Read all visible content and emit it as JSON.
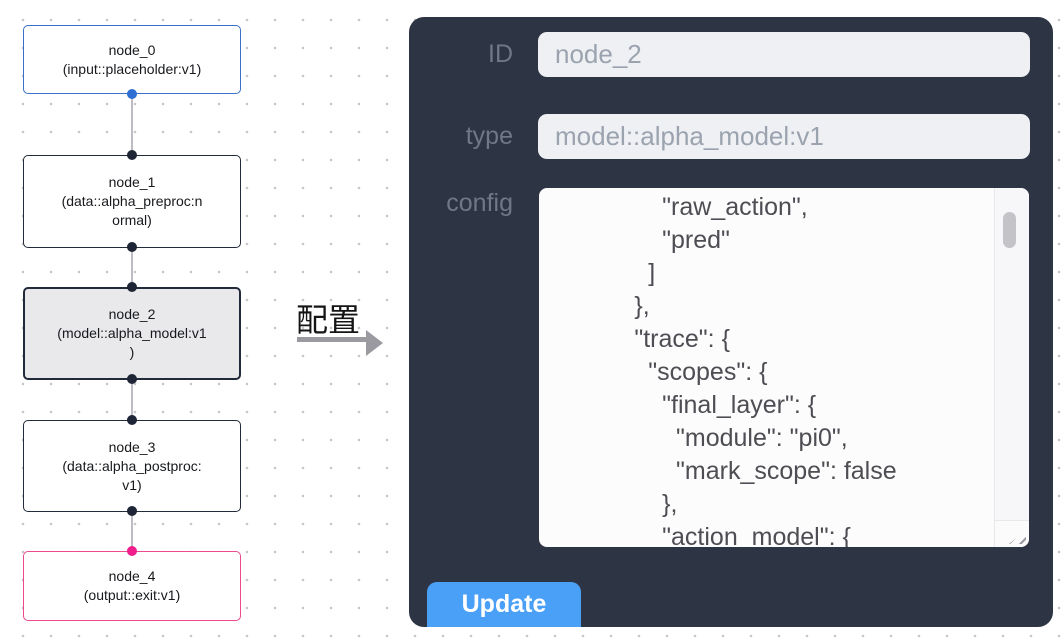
{
  "graph": {
    "nodes": [
      {
        "id": "node_0",
        "lines": [
          "node_0",
          "(input::placeholder:v1)"
        ],
        "state": "input"
      },
      {
        "id": "node_1",
        "lines": [
          "node_1",
          "(data::alpha_preproc:n",
          "ormal)"
        ],
        "state": "default"
      },
      {
        "id": "node_2",
        "lines": [
          "node_2",
          "(model::alpha_model:v1",
          ")"
        ],
        "state": "selected"
      },
      {
        "id": "node_3",
        "lines": [
          "node_3",
          "(data::alpha_postproc:",
          "v1)"
        ],
        "state": "default"
      },
      {
        "id": "node_4",
        "lines": [
          "node_4",
          "(output::exit:v1)"
        ],
        "state": "output"
      }
    ],
    "colors": {
      "input_node_border": "#3a70c8",
      "default_node_border": "#232b3a",
      "selected_node_bg": "#e9e9ec",
      "output_node_border": "#ec4a8d",
      "port_default": "#1d2536",
      "port_input": "#2f6ed2",
      "port_output": "#f01e8d"
    }
  },
  "transition": {
    "label": "配置"
  },
  "panel": {
    "bg_color": "#2d3444",
    "fields": [
      {
        "label": "ID",
        "value": "node_2"
      },
      {
        "label": "type",
        "value": "model::alpha_model:v1"
      }
    ],
    "config": {
      "label": "config",
      "code": "                \"raw_action\",\n                \"pred\"\n              ]\n            },\n            \"trace\": {\n              \"scopes\": {\n                \"final_layer\": {\n                  \"module\": \"pi0\",\n                  \"mark_scope\": false\n                },\n                \"action_model\": {"
    },
    "update_label": "Update",
    "button_color": "#4aa0f7"
  }
}
